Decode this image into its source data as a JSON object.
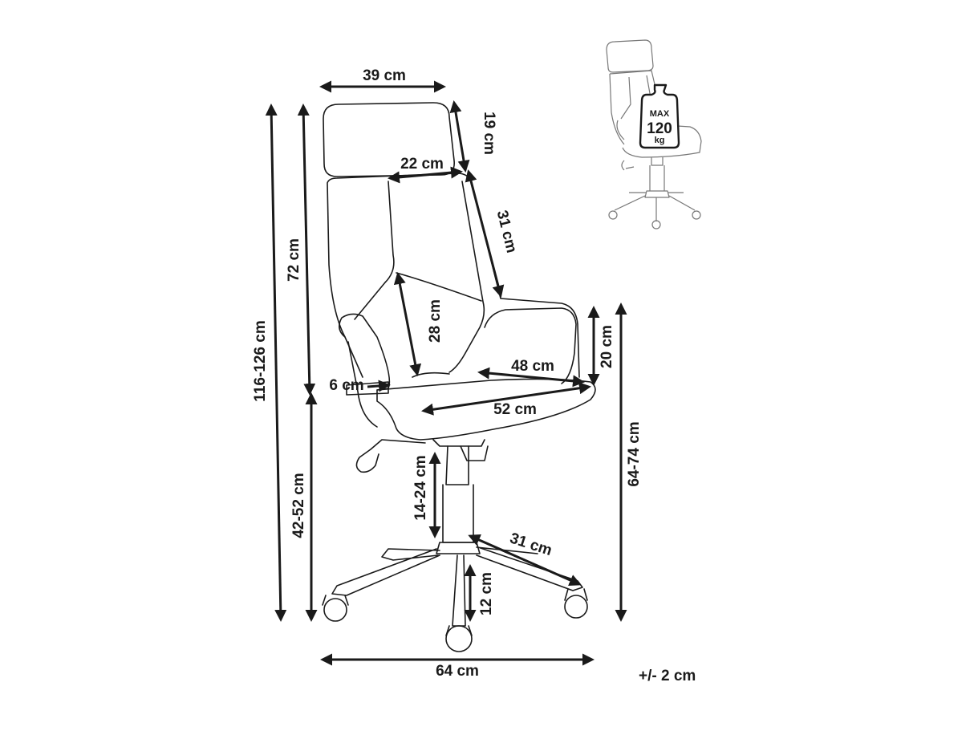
{
  "dimensions": {
    "headrest_width": "39 cm",
    "headrest_height": "19 cm",
    "backrest_top_width": "22 cm",
    "backrest_side": "31 cm",
    "backrest_height": "72 cm",
    "lumbar_height": "28 cm",
    "total_height": "116-126 cm",
    "armrest_height": "20 cm",
    "armrest_width": "6 cm",
    "seat_width": "48 cm",
    "seat_depth": "52 cm",
    "seat_height": "42-52 cm",
    "armrest_floor_height": "64-74 cm",
    "gas_lift": "14-24 cm",
    "base_leg": "31 cm",
    "wheel_height": "12 cm",
    "base_width": "64 cm"
  },
  "tolerance": "+/- 2 cm",
  "max_load": {
    "top": "MAX",
    "value": "120",
    "unit": "kg"
  }
}
